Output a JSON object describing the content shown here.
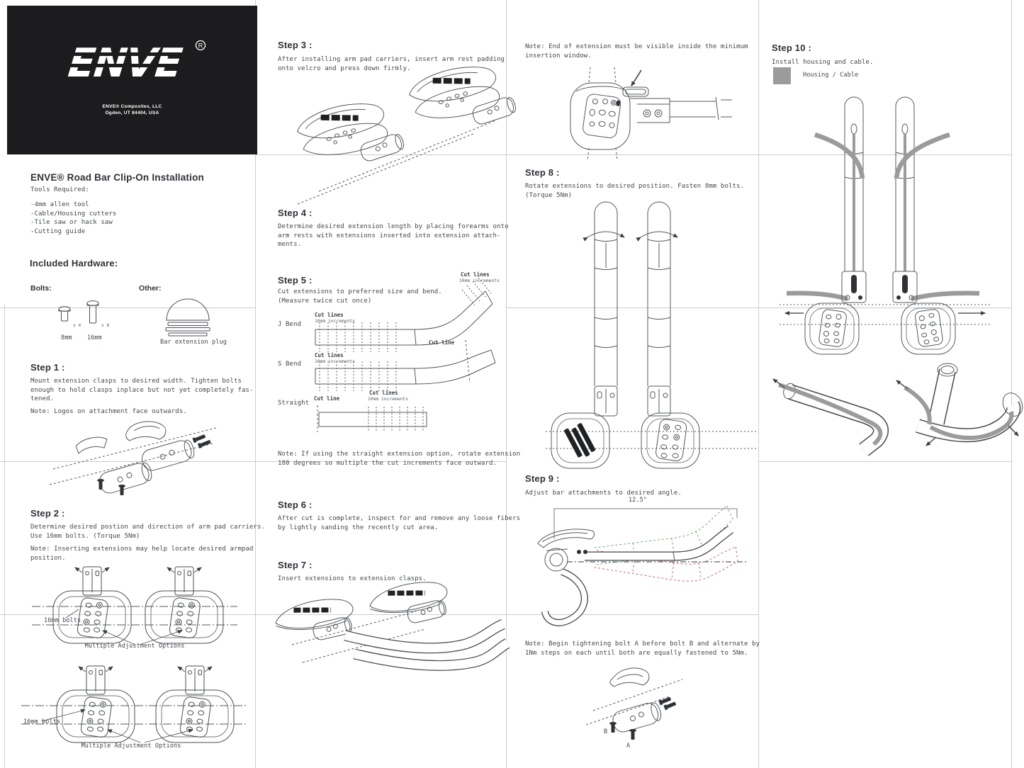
{
  "colors": {
    "panel_black": "#1c1c1e",
    "line_gray": "#cdcdcd",
    "drawing_stroke": "#4b4e53",
    "cable_gray": "#9b9b9b",
    "angle_up_green": "#74ab74",
    "angle_down_red": "#c66a6a"
  },
  "logo": {
    "wordmark": "ENVE",
    "registered": "®",
    "company": [
      "ENVE® Composites, LLC",
      "Ogden, UT 84404, USA"
    ]
  },
  "col1": {
    "title": "ENVE® Road Bar Clip-On Installation",
    "tools_heading": "Tools Required:",
    "tools": [
      "-4mm allen tool",
      "-Cable/Housing cutters",
      "-Tile saw or hack saw",
      "-Cutting guide"
    ],
    "hardware_heading": "Included Hardware:",
    "bolts_label": "Bolts:",
    "other_label": "Other:",
    "bolt_8mm": {
      "qty": "x 4",
      "size": "8mm"
    },
    "bolt_16mm": {
      "qty": "x 8",
      "size": "16mm"
    },
    "plug_label": "Bar extension plug",
    "step1": {
      "heading": "Step 1 :",
      "body": [
        "Mount extension clasps to desired width. Tighten bolts",
        "enough to hold clasps inplace but not yet completely fas-",
        "tened."
      ],
      "note": "Note: Logos on attachment face outwards."
    },
    "step2": {
      "heading": "Step 2 :",
      "body": [
        "Determine desired postion and direction of arm pad carriers.",
        "Use 16mm bolts. (Torque 5Nm)"
      ],
      "note": [
        "Note: Inserting extensions may help locate desired armpad",
        "position."
      ]
    },
    "bolts_16mm_label": "16mm bolts",
    "adjustment_caption": "Multiple Adjustment Options"
  },
  "col2": {
    "step3": {
      "heading": "Step 3 :",
      "body": [
        "After installing arm pad carriers, insert arm rest padding",
        "onto velcro and press down firmly."
      ]
    },
    "step4": {
      "heading": "Step 4 :",
      "body": [
        "Determine desired extension length by placing forearms onto",
        "arm rests with extensions inserted into extension attach-",
        "ments."
      ]
    },
    "step5": {
      "heading": "Step 5 :",
      "body": [
        "Cut extensions to preferred size and bend.",
        "(Measure twice cut once)"
      ]
    },
    "cut_lines": "Cut lines",
    "increments": "10mm increments",
    "cut_line": "Cut line",
    "bend_j": "J Bend",
    "bend_s": "S Bend",
    "bend_straight": "Straight",
    "note": [
      "Note: If using the straight extension option, rotate extension",
      "180 degrees so multiple the cut increments face outward."
    ],
    "step6": {
      "heading": "Step 6 :",
      "body": [
        "After cut is complete, inspect for and remove any loose fibers",
        "by lightly sanding the recently cut area."
      ]
    },
    "step7": {
      "heading": "Step 7 :",
      "body": "Insert extensions to extension clasps."
    }
  },
  "col3": {
    "note_top": [
      "Note: End of extension must be visible inside the minimum",
      "insertion window."
    ],
    "step8": {
      "heading": "Step 8 :",
      "body": [
        "Rotate extensions to desired position. Fasten 8mm bolts.",
        "(Torque 5Nm)"
      ]
    },
    "step9": {
      "heading": "Step 9 :",
      "body": "Adjust bar attachments to desired angle."
    },
    "dimension": "12.5\"",
    "note_bottom": [
      "Note: Begin tightening bolt A before bolt B and alternate by",
      "1Nm steps on each until both are equally fastened to 5Nm."
    ],
    "bolt_b": "B",
    "bolt_a": "A"
  },
  "col4": {
    "step10": {
      "heading": "Step 10 :",
      "body": "Install housing and cable."
    },
    "legend": "Housing / Cable"
  }
}
